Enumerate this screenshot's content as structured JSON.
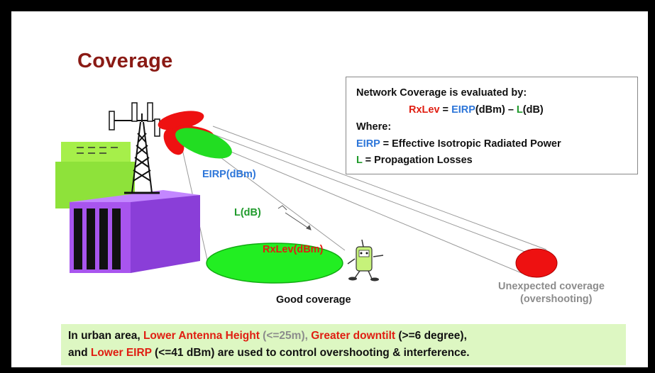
{
  "slide": {
    "title": "Coverage"
  },
  "info_box": {
    "heading": "Network Coverage is evaluated by:",
    "formula": {
      "rxlev": "RxLev",
      "eq": " = ",
      "eirp": "EIRP",
      "dbm": "(dBm) – ",
      "l": "L",
      "db": "(dB)"
    },
    "where": "Where:",
    "def1": {
      "term": "EIRP",
      "rest": " =  Effective Isotropic Radiated Power"
    },
    "def2": {
      "term": "L",
      "rest": "  =  Propagation Losses"
    }
  },
  "diagram": {
    "eirp_label": "EIRP(dBm)",
    "loss_label": "L(dB)",
    "rxlev_label": "RxLev(dBm)",
    "good_coverage": "Good coverage",
    "unexpected_line1": "Unexpected coverage",
    "unexpected_line2": "(overshooting)"
  },
  "note": {
    "line1_a": "In urban area, ",
    "line1_b": "Lower Antenna Height",
    "line1_c": " (<=25m), ",
    "line1_d": "Greater downtilt",
    "line1_e": " (>=6 degree),",
    "line2_a": "and ",
    "line2_b": "Lower EIRP",
    "line2_c": " (<=41 dBm) are used to control overshooting & interference."
  },
  "colors": {
    "title": "#8a1a14",
    "red": "#e01e12",
    "blue": "#2d76d9",
    "green": "#1f9a2b",
    "note_bg": "#ddf7c2",
    "good_coverage_ellipse": "#22dd22",
    "overshoot_ellipse": "#ee1111",
    "building_purple": "#a855ee"
  },
  "icons": [
    "cell-tower-icon",
    "building-icon",
    "antenna-beam-icon",
    "mobile-phone-character-icon"
  ]
}
